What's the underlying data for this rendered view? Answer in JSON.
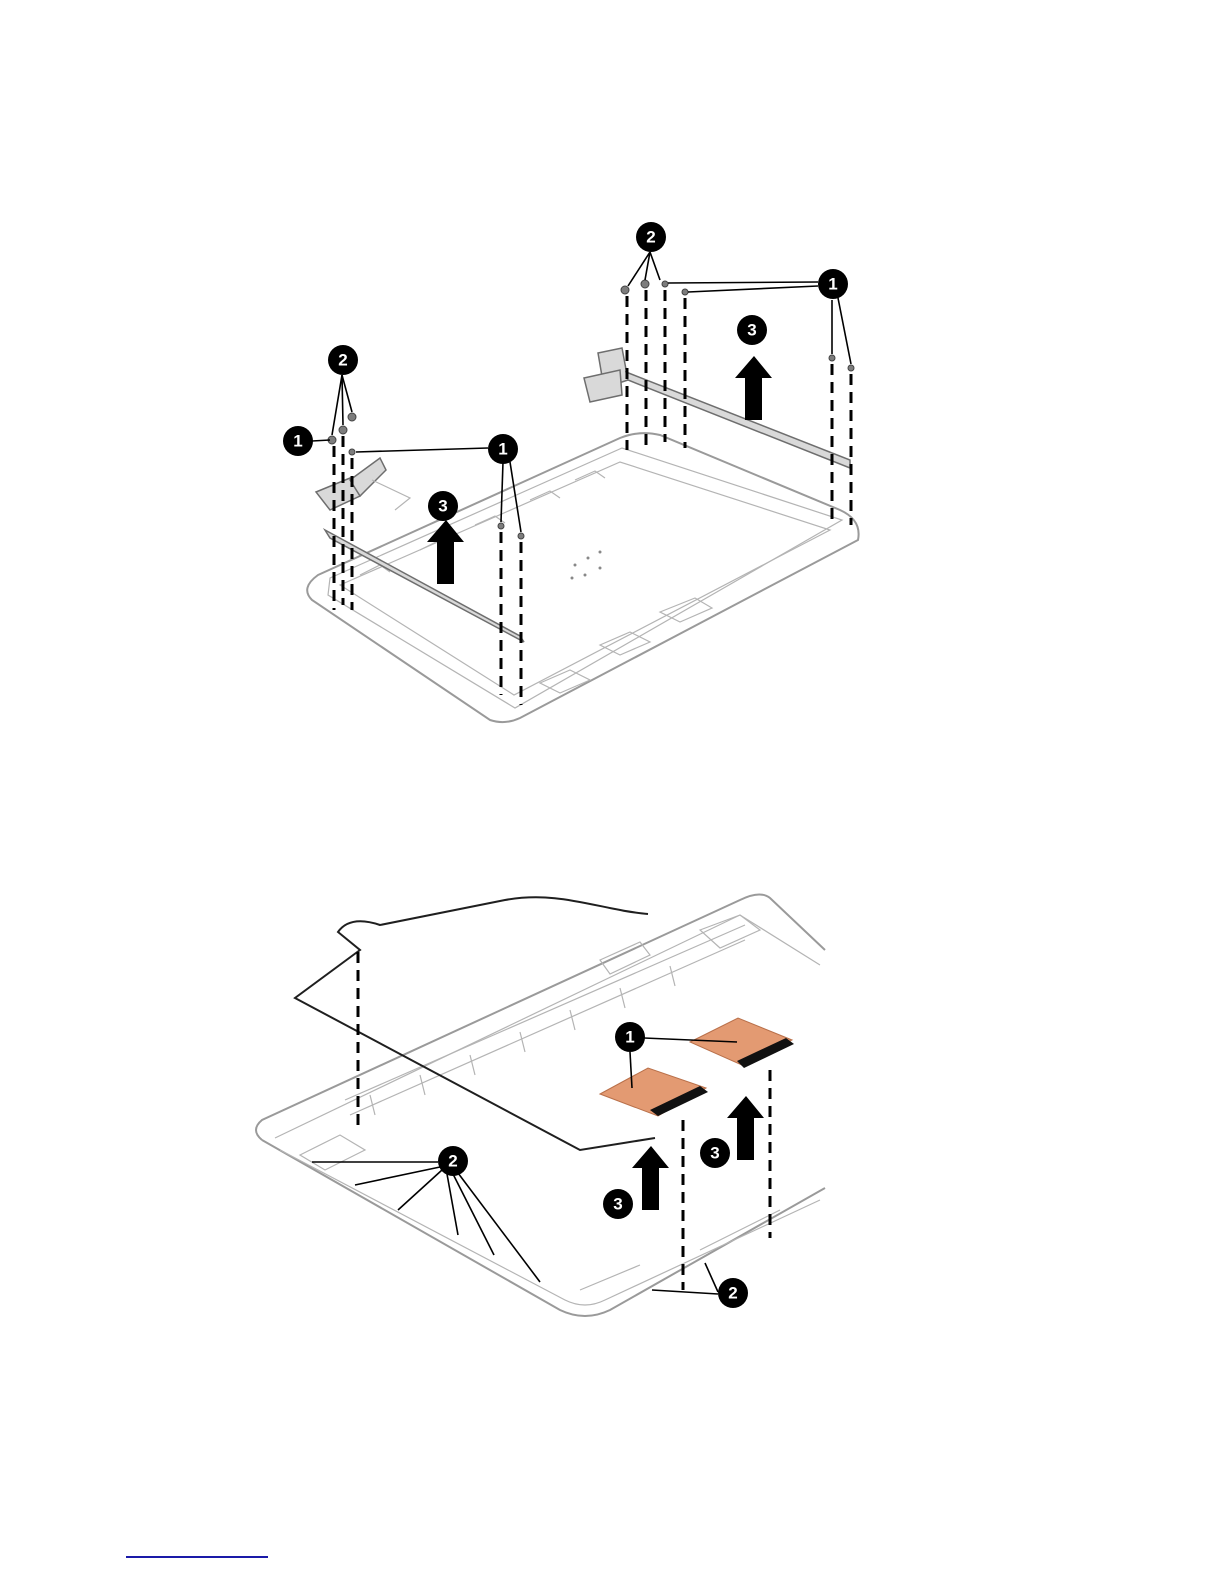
{
  "figures": [
    {
      "id": "hinge-removal",
      "callouts": {
        "screw_a": "1",
        "screw_b": "2",
        "remove": "3"
      }
    },
    {
      "id": "antenna-removal",
      "callouts": {
        "antenna": "1",
        "clips": "2",
        "remove": "3"
      }
    }
  ],
  "colors": {
    "callout_fill": "#000000",
    "callout_text": "#ffffff",
    "antenna_pad": "#e39a72",
    "footnote_rule": "#1a1aa8"
  },
  "icons": [
    "callout-badge",
    "lift-arrow-icon",
    "screw-icon"
  ]
}
